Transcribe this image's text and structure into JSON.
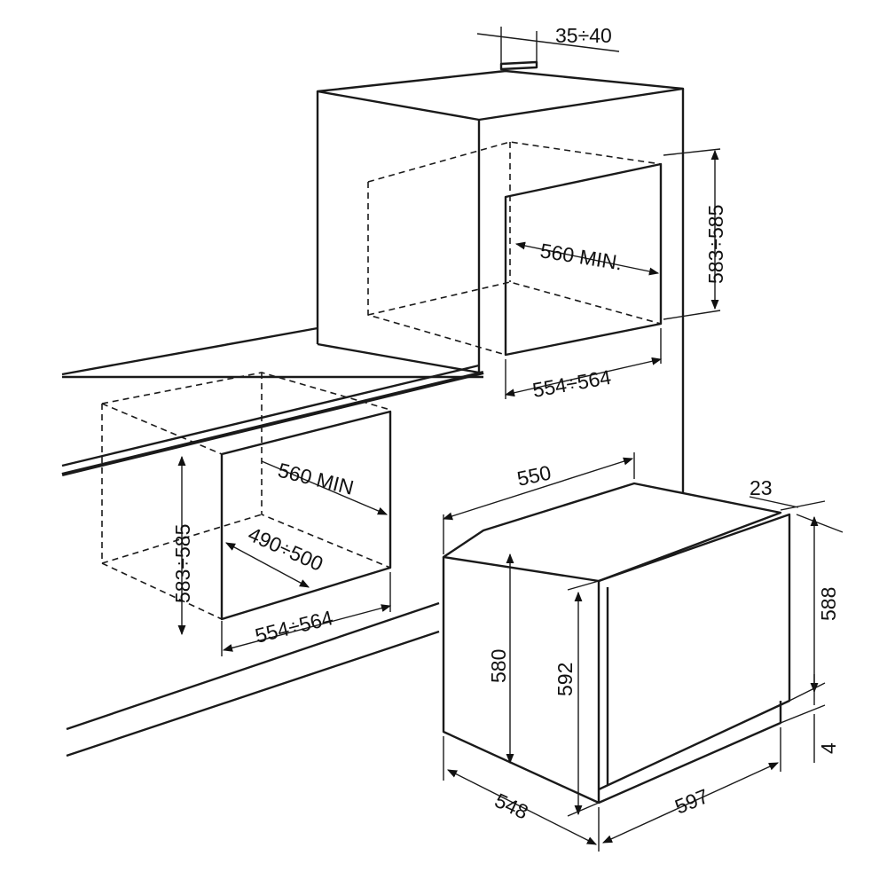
{
  "dimensions": {
    "top_gap": "35÷40",
    "upper_height": "583÷585",
    "upper_depth": "560 MIN.",
    "upper_width": "554÷564",
    "lower_depth": "560 MIN",
    "lower_height": "583÷585",
    "lower_inner": "490÷500",
    "lower_width": "554÷564",
    "oven_depth_top": "550",
    "door_thickness": "23",
    "door_height": "588",
    "body_height": "580",
    "front_height": "592",
    "bottom_gap": "4",
    "oven_depth": "548",
    "oven_width": "597"
  }
}
